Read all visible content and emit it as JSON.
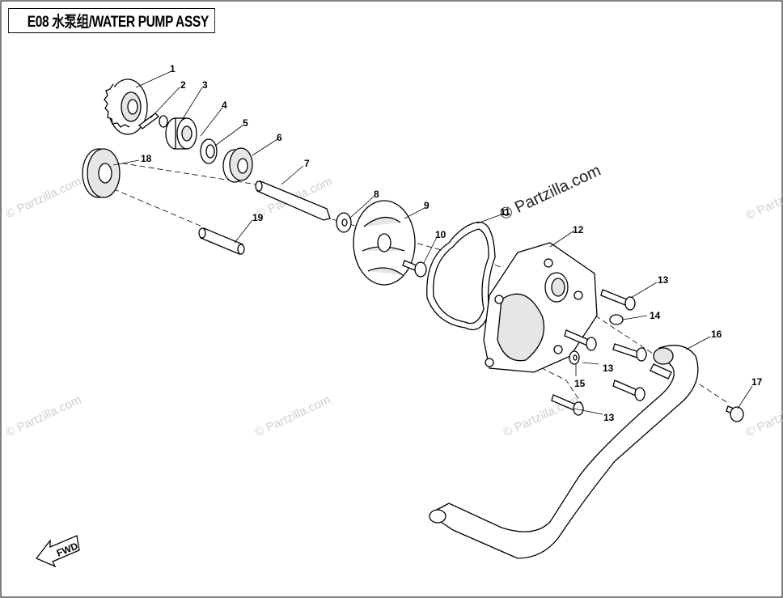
{
  "title": "E08 水泵组/WATER PUMP ASSY",
  "watermark": "© Partzilla.com",
  "watermark_center": "© Partzilla.com",
  "fwd_label": "FWD",
  "callouts": [
    {
      "id": "c1",
      "text": "1"
    },
    {
      "id": "c2",
      "text": "2"
    },
    {
      "id": "c3",
      "text": "3"
    },
    {
      "id": "c4",
      "text": "4"
    },
    {
      "id": "c5",
      "text": "5"
    },
    {
      "id": "c6",
      "text": "6"
    },
    {
      "id": "c7",
      "text": "7"
    },
    {
      "id": "c8",
      "text": "8"
    },
    {
      "id": "c9",
      "text": "9"
    },
    {
      "id": "c10",
      "text": "10"
    },
    {
      "id": "c11",
      "text": "11"
    },
    {
      "id": "c12",
      "text": "12"
    },
    {
      "id": "c13a",
      "text": "13"
    },
    {
      "id": "c13b",
      "text": "13"
    },
    {
      "id": "c13c",
      "text": "13"
    },
    {
      "id": "c14",
      "text": "14"
    },
    {
      "id": "c15",
      "text": "15"
    },
    {
      "id": "c16",
      "text": "16"
    },
    {
      "id": "c17",
      "text": "17"
    },
    {
      "id": "c18",
      "text": "18"
    },
    {
      "id": "c19",
      "text": "19"
    }
  ]
}
